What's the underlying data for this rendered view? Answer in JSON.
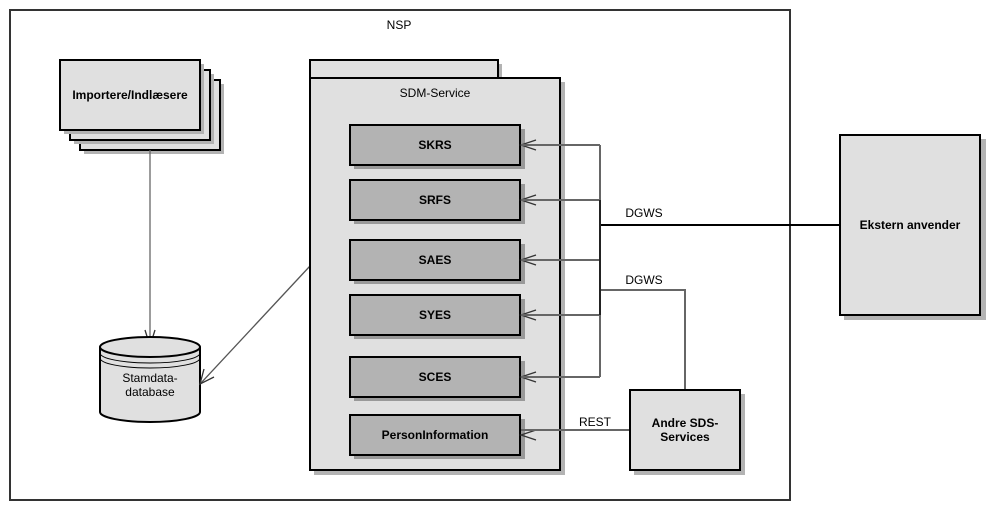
{
  "diagram": {
    "container": {
      "label": "NSP"
    },
    "importers": {
      "label": "Importere/Indlæsere"
    },
    "database": {
      "label_line1": "Stamdata-",
      "label_line2": "database"
    },
    "sdm_service": {
      "label": "SDM-Service",
      "services": [
        {
          "label": "SKRS"
        },
        {
          "label": "SRFS"
        },
        {
          "label": "SAES"
        },
        {
          "label": "SYES"
        },
        {
          "label": "SCES"
        },
        {
          "label": "PersonInformation"
        }
      ]
    },
    "external_user": {
      "label": "Ekstern anvender"
    },
    "other_services": {
      "label_line1": "Andre SDS-",
      "label_line2": "Services"
    },
    "connections": {
      "dgws_external": "DGWS",
      "dgws_other": "DGWS",
      "rest": "REST"
    },
    "colors": {
      "box_fill": "#e0e0e0",
      "service_fill": "#b3b3b3",
      "shadow": "#b3b3b3",
      "stroke": "#000000",
      "line": "#666666"
    }
  }
}
